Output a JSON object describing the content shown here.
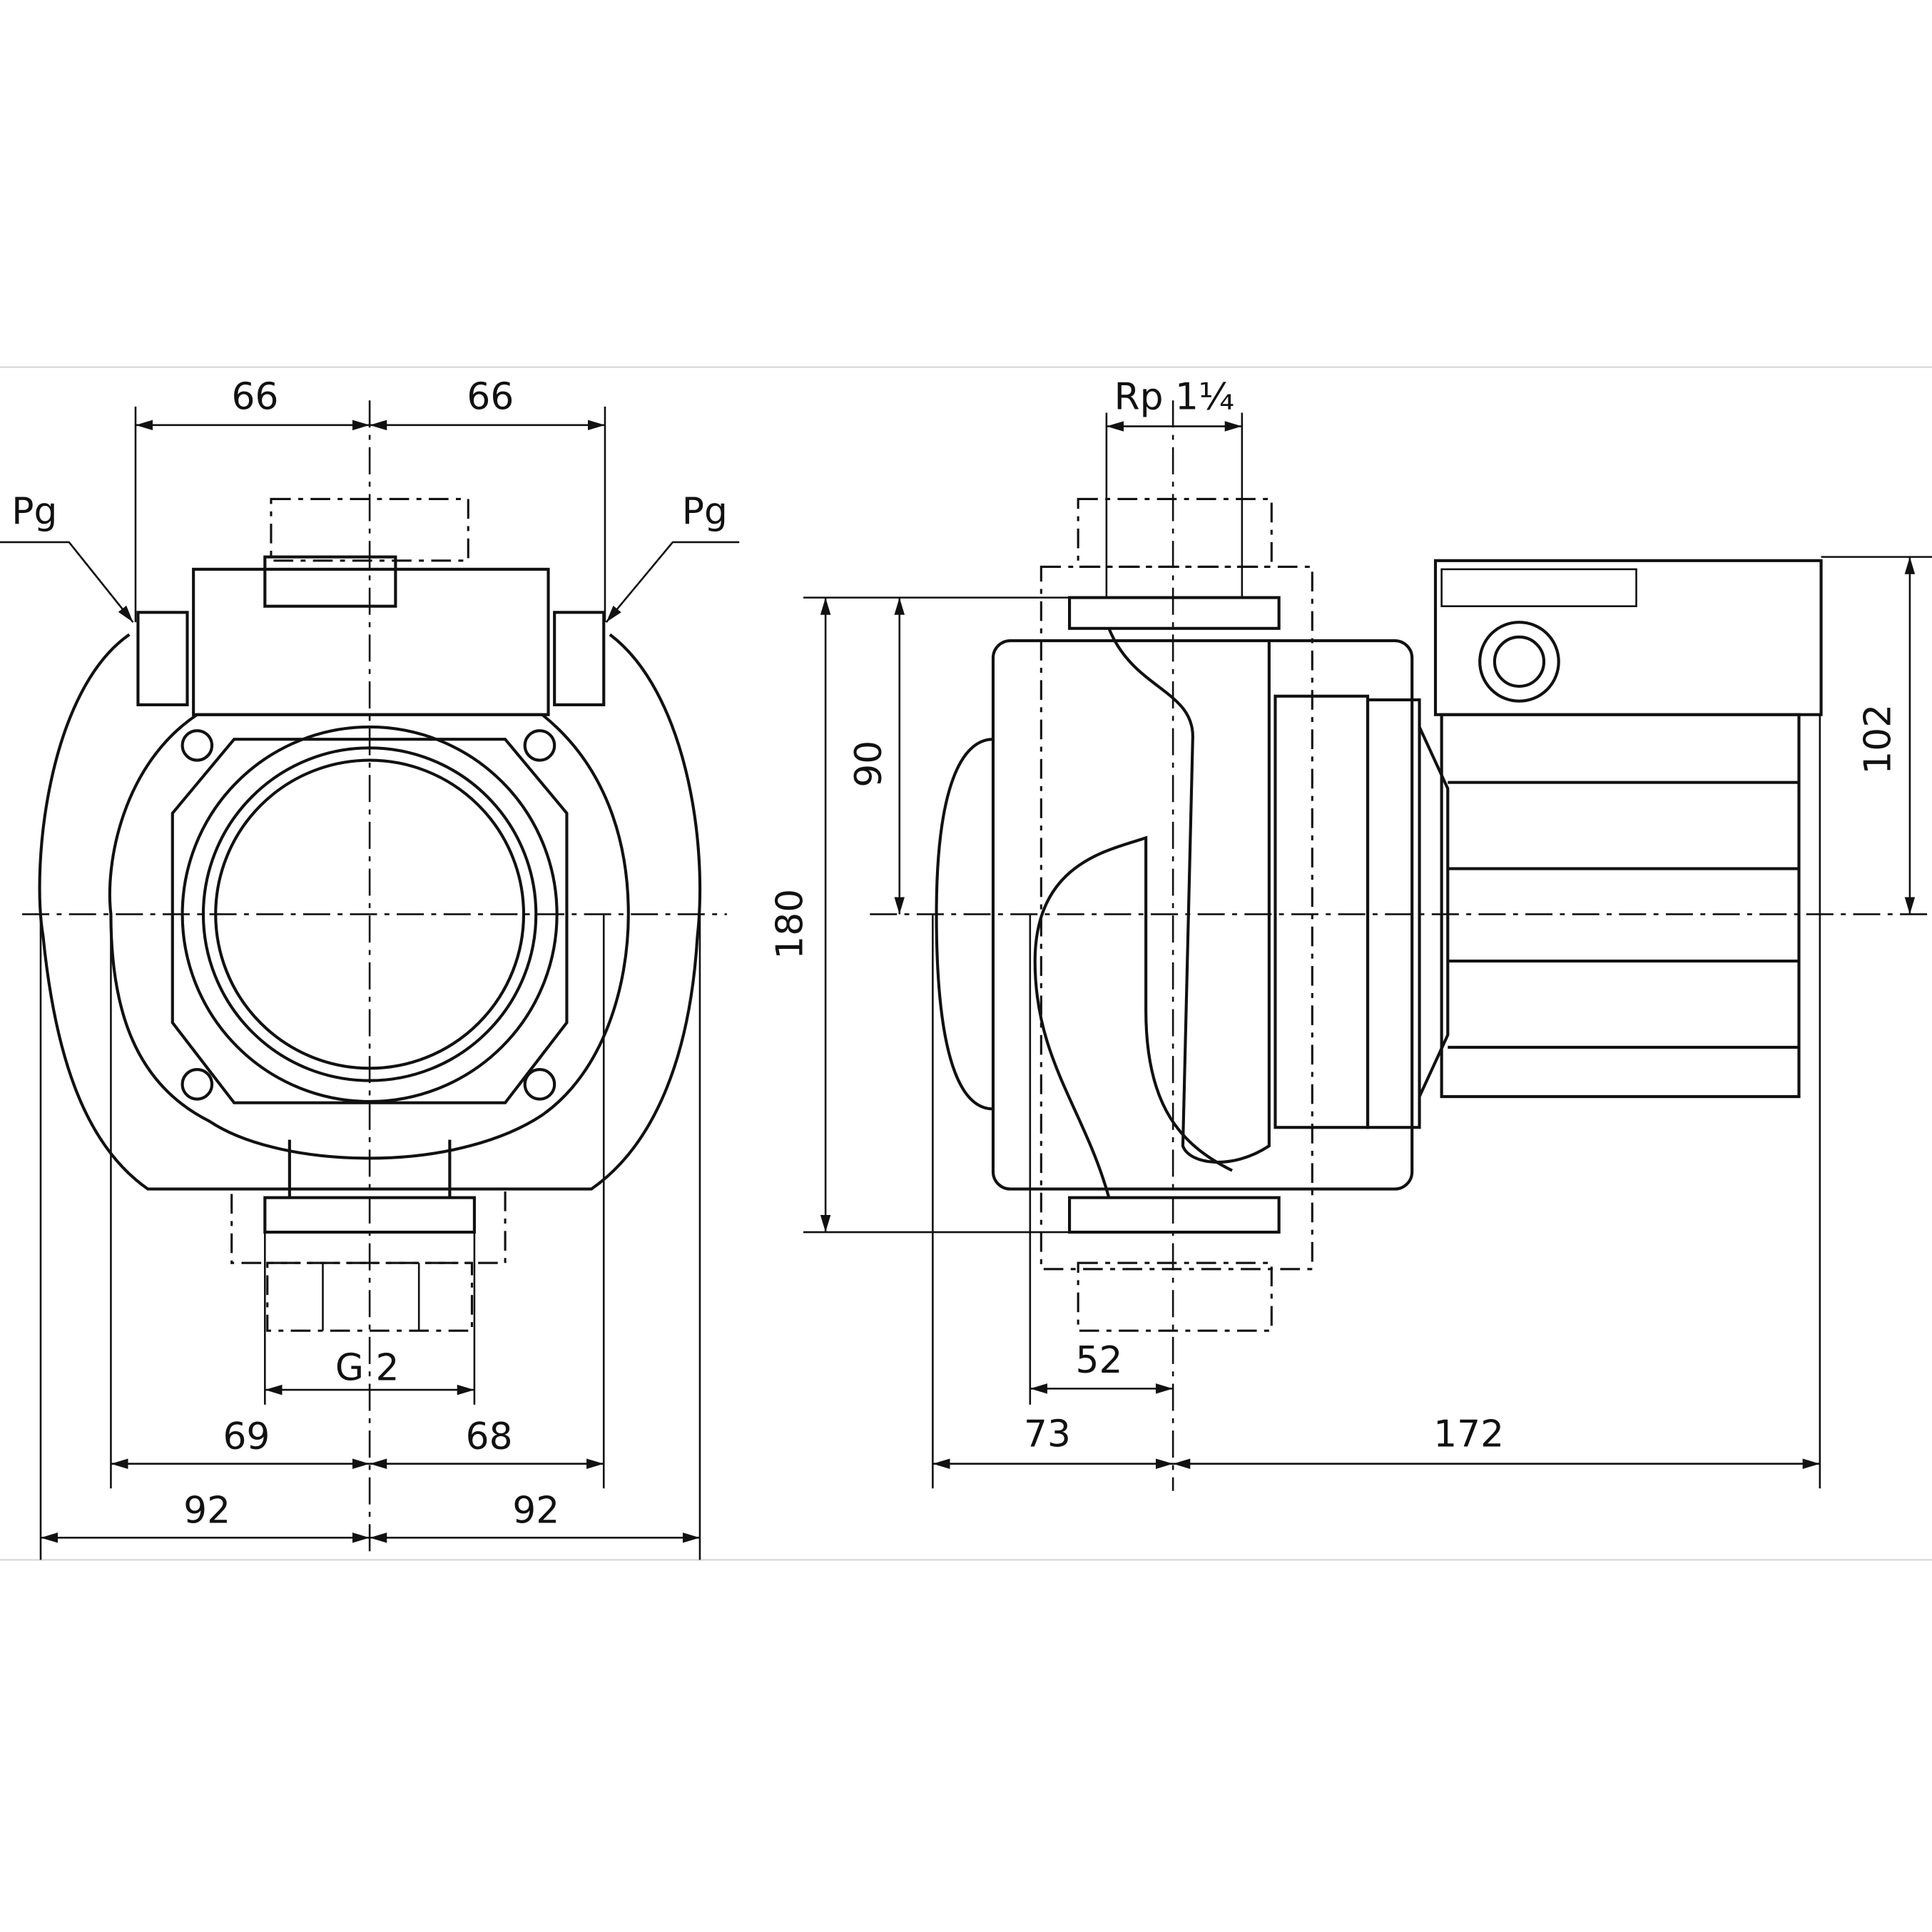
{
  "drawing": {
    "title": "Circulation pump dimension drawing",
    "front_view": {
      "dim_top_left": "66",
      "dim_top_right": "66",
      "label_pg_left": "Pg",
      "label_pg_right": "Pg",
      "dim_thread": "G 2",
      "dim_mid_left": "69",
      "dim_mid_right": "68",
      "dim_bottom_left": "92",
      "dim_bottom_right": "92"
    },
    "side_view": {
      "dim_thread": "Rp 1¼",
      "dim_height_total": "180",
      "dim_height_half": "90",
      "dim_motor_height": "102",
      "dim_52": "52",
      "dim_73": "73",
      "dim_172": "172"
    }
  }
}
